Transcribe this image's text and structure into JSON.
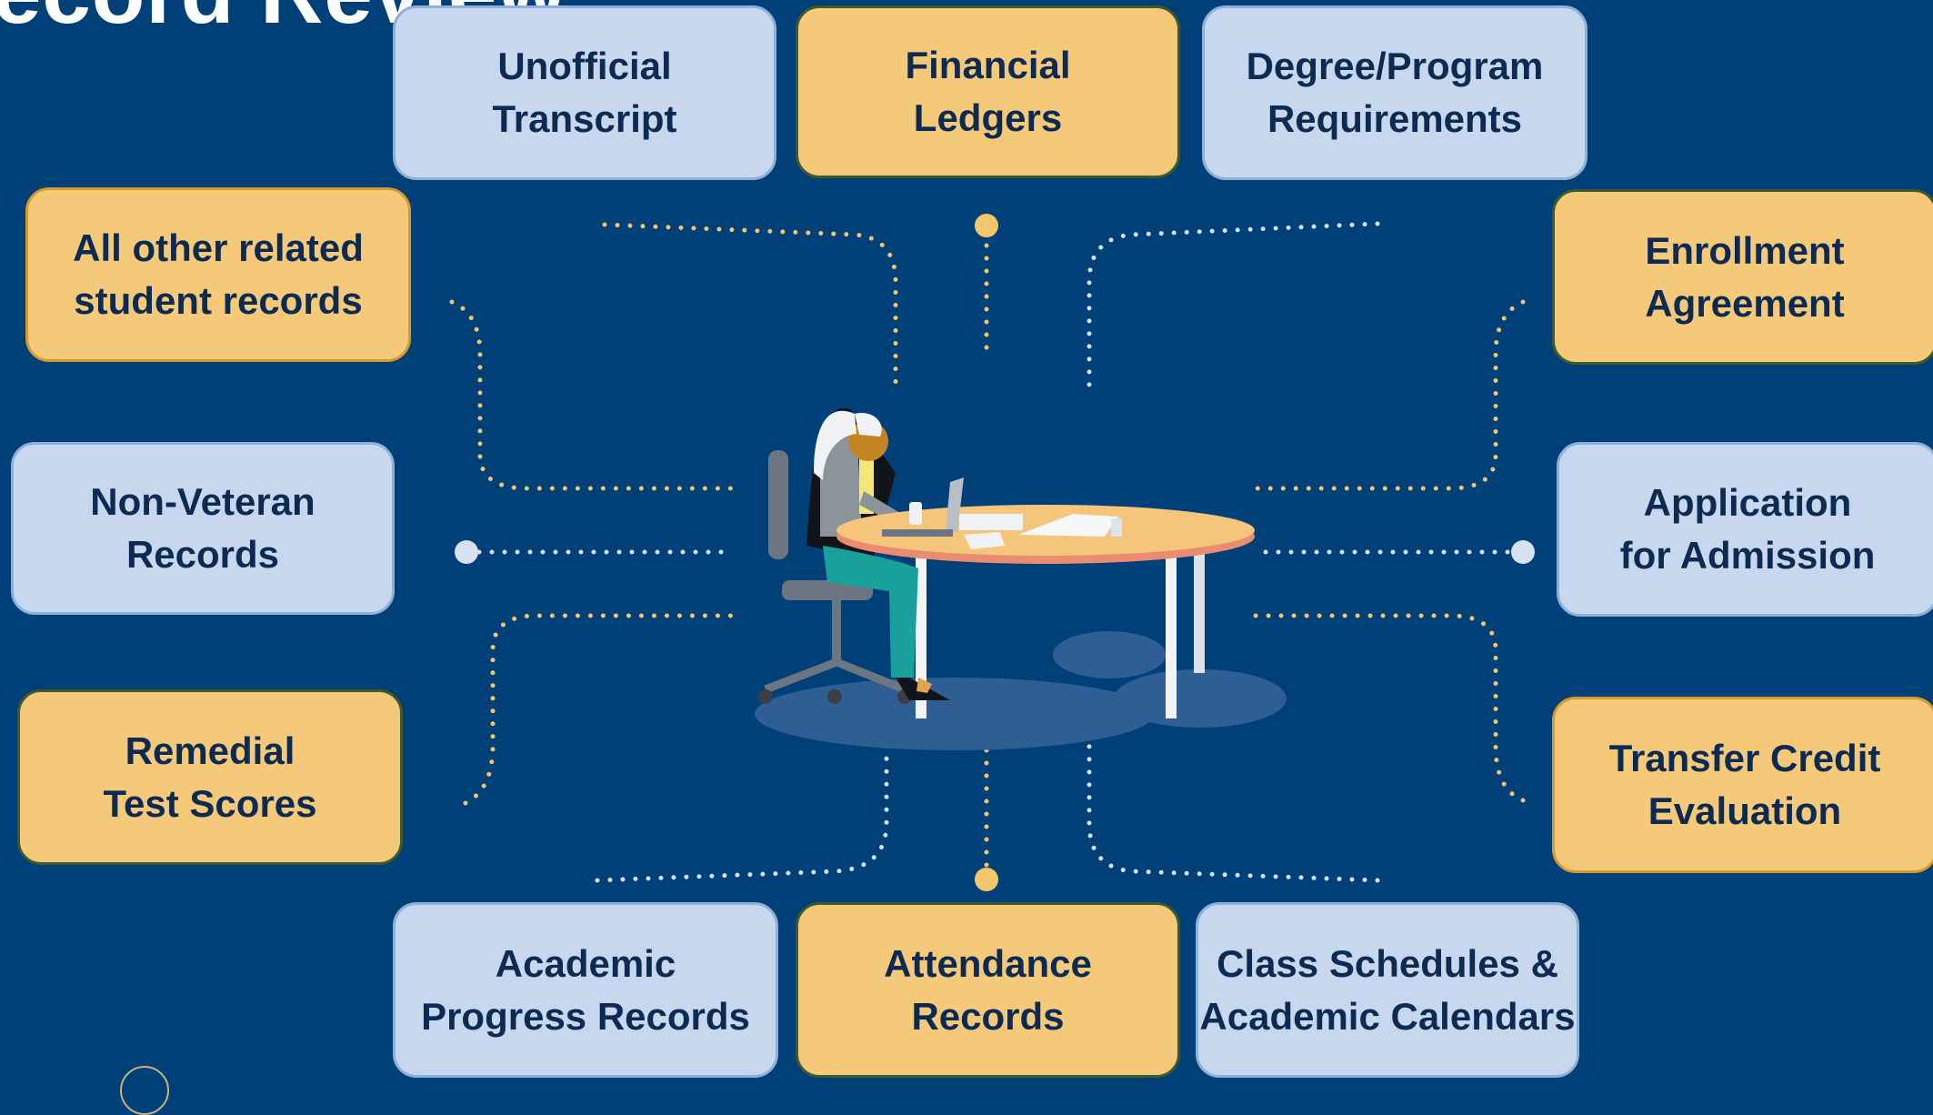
{
  "slide": {
    "title": "ecord Review"
  },
  "boxes": {
    "unofficial_transcript": "Unofficial\nTranscript",
    "financial_ledgers": "Financial\nLedgers",
    "degree_program": "Degree/Program\nRequirements",
    "all_other": "All other related\nstudent records",
    "enrollment_agreement": "Enrollment\nAgreement",
    "non_veteran": "Non-Veteran\nRecords",
    "application_admission": "Application\nfor Admission",
    "remedial_test": "Remedial\nTest Scores",
    "transfer_credit": "Transfer Credit\nEvaluation",
    "academic_progress": "Academic\nProgress Records",
    "attendance_records": "Attendance\nRecords",
    "class_schedules": "Class Schedules &\nAcademic Calendars"
  },
  "colors": {
    "background": "#004078",
    "blue_box": "#c7d8ee",
    "gold_box": "#f5c97a",
    "connector": "#f3c66d",
    "connector_alt": "#d6e1f2",
    "text": "#0d2b52"
  },
  "icons": {
    "center": "person-at-desk-illustration"
  }
}
